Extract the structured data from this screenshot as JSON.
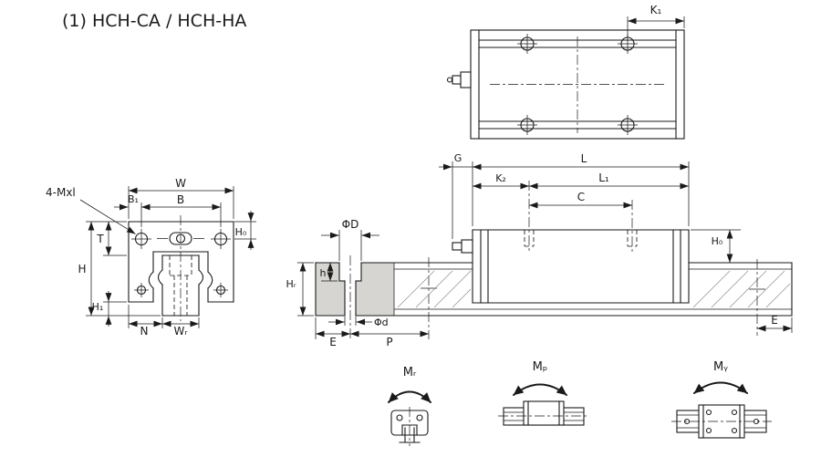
{
  "title": "(1) HCH-CA / HCH-HA",
  "top_view": {
    "k1": "K₁"
  },
  "front_view": {
    "w": "W",
    "b1": "B₁",
    "b": "B",
    "mxl": "4-Mxl",
    "t": "T",
    "h": "H",
    "h1": "H₁",
    "n": "N",
    "wr": "Wᵣ",
    "h0": "H₀"
  },
  "rail_section": {
    "d_outer": "ΦD",
    "h": "h",
    "hr": "Hᵣ",
    "d_inner": "Φd",
    "e": "E",
    "p": "P"
  },
  "side_view": {
    "g": "G",
    "l": "L",
    "l1": "L₁",
    "k2": "K₂",
    "c": "C",
    "h0": "H₀",
    "e": "E"
  },
  "moments": {
    "mr": "Mᵣ",
    "mp": "Mₚ",
    "my": "Mᵧ"
  },
  "colors": {
    "line": "#1a1a1a",
    "rail_fill": "#d6d5d1",
    "background": "#ffffff"
  }
}
